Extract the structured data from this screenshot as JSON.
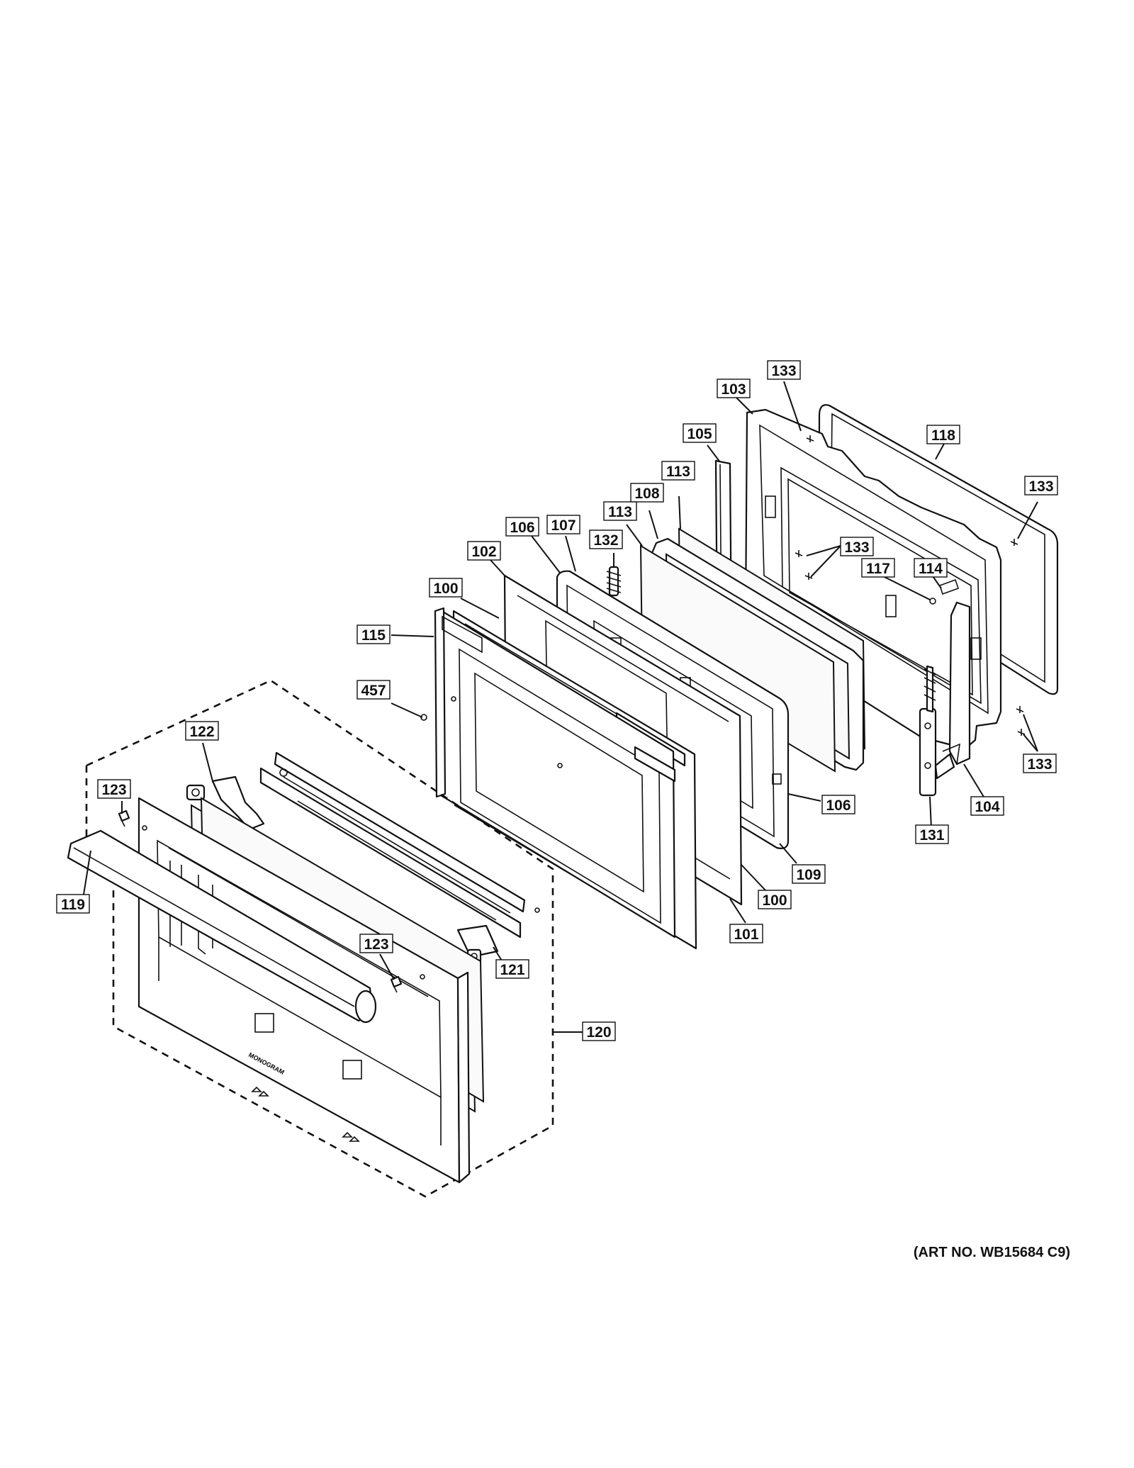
{
  "diagram": {
    "art_number": "(ART NO. WB15684 C9)",
    "brand_mark": "MONOGRAM",
    "callouts": [
      {
        "id": "c103a",
        "label": "103"
      },
      {
        "id": "c133a",
        "label": "133"
      },
      {
        "id": "c118",
        "label": "118"
      },
      {
        "id": "c105",
        "label": "105"
      },
      {
        "id": "c113a",
        "label": "113"
      },
      {
        "id": "c133b",
        "label": "133"
      },
      {
        "id": "c108",
        "label": "108"
      },
      {
        "id": "c113b",
        "label": "113"
      },
      {
        "id": "c106a",
        "label": "106"
      },
      {
        "id": "c107",
        "label": "107"
      },
      {
        "id": "c132",
        "label": "132"
      },
      {
        "id": "c133c",
        "label": "133"
      },
      {
        "id": "c102",
        "label": "102"
      },
      {
        "id": "c117",
        "label": "117"
      },
      {
        "id": "c114",
        "label": "114"
      },
      {
        "id": "c100a",
        "label": "100"
      },
      {
        "id": "c115",
        "label": "115"
      },
      {
        "id": "c457",
        "label": "457"
      },
      {
        "id": "c122",
        "label": "122"
      },
      {
        "id": "c133d",
        "label": "133"
      },
      {
        "id": "c123a",
        "label": "123"
      },
      {
        "id": "c106b",
        "label": "106"
      },
      {
        "id": "c104",
        "label": "104"
      },
      {
        "id": "c131",
        "label": "131"
      },
      {
        "id": "c109",
        "label": "109"
      },
      {
        "id": "c119",
        "label": "119"
      },
      {
        "id": "c100b",
        "label": "100"
      },
      {
        "id": "c101",
        "label": "101"
      },
      {
        "id": "c123b",
        "label": "123"
      },
      {
        "id": "c121",
        "label": "121"
      },
      {
        "id": "c120",
        "label": "120"
      }
    ]
  }
}
